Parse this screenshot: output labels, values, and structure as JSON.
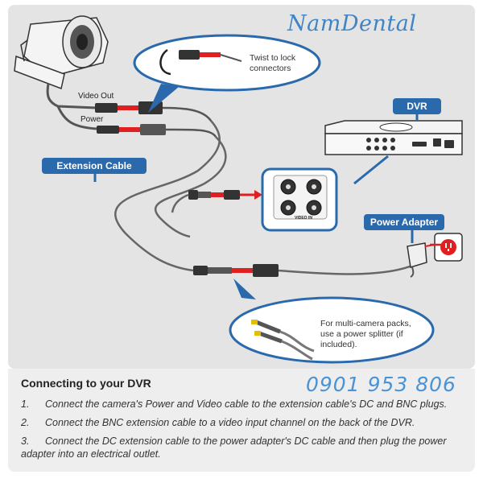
{
  "brand": {
    "watermark": "NamDental",
    "phone": "0901 953 806"
  },
  "labels": {
    "video_out": "Video Out",
    "power": "Power",
    "extension_cable": "Extension Cable",
    "dvr": "DVR",
    "power_adapter": "Power Adapter",
    "video_in": "VIDEO IN"
  },
  "callouts": {
    "twist": "Twist to lock connectors",
    "splitter": "For multi-camera packs, use a power splitter (if included)."
  },
  "instructions": {
    "title": "Connecting to your DVR",
    "steps": [
      {
        "num": "1.",
        "text": "Connect the camera's Power and Video cable to the extension cable's DC and BNC plugs."
      },
      {
        "num": "2.",
        "text": "Connect the BNC extension cable to a video input channel on the back of the DVR."
      },
      {
        "num": "3.",
        "text": "Connect the DC extension cable to the power adapter's DC cable and then plug the power adapter into an electrical outlet."
      }
    ]
  },
  "colors": {
    "label_blue": "#2a6aac",
    "accent_red": "#e02020",
    "panel_gray": "#e4e4e4"
  },
  "icons": [
    "security-camera-icon",
    "bnc-connector-icon",
    "dc-connector-icon",
    "dvr-recorder-icon",
    "power-adapter-icon",
    "wall-outlet-icon",
    "rca-plug-icon"
  ]
}
